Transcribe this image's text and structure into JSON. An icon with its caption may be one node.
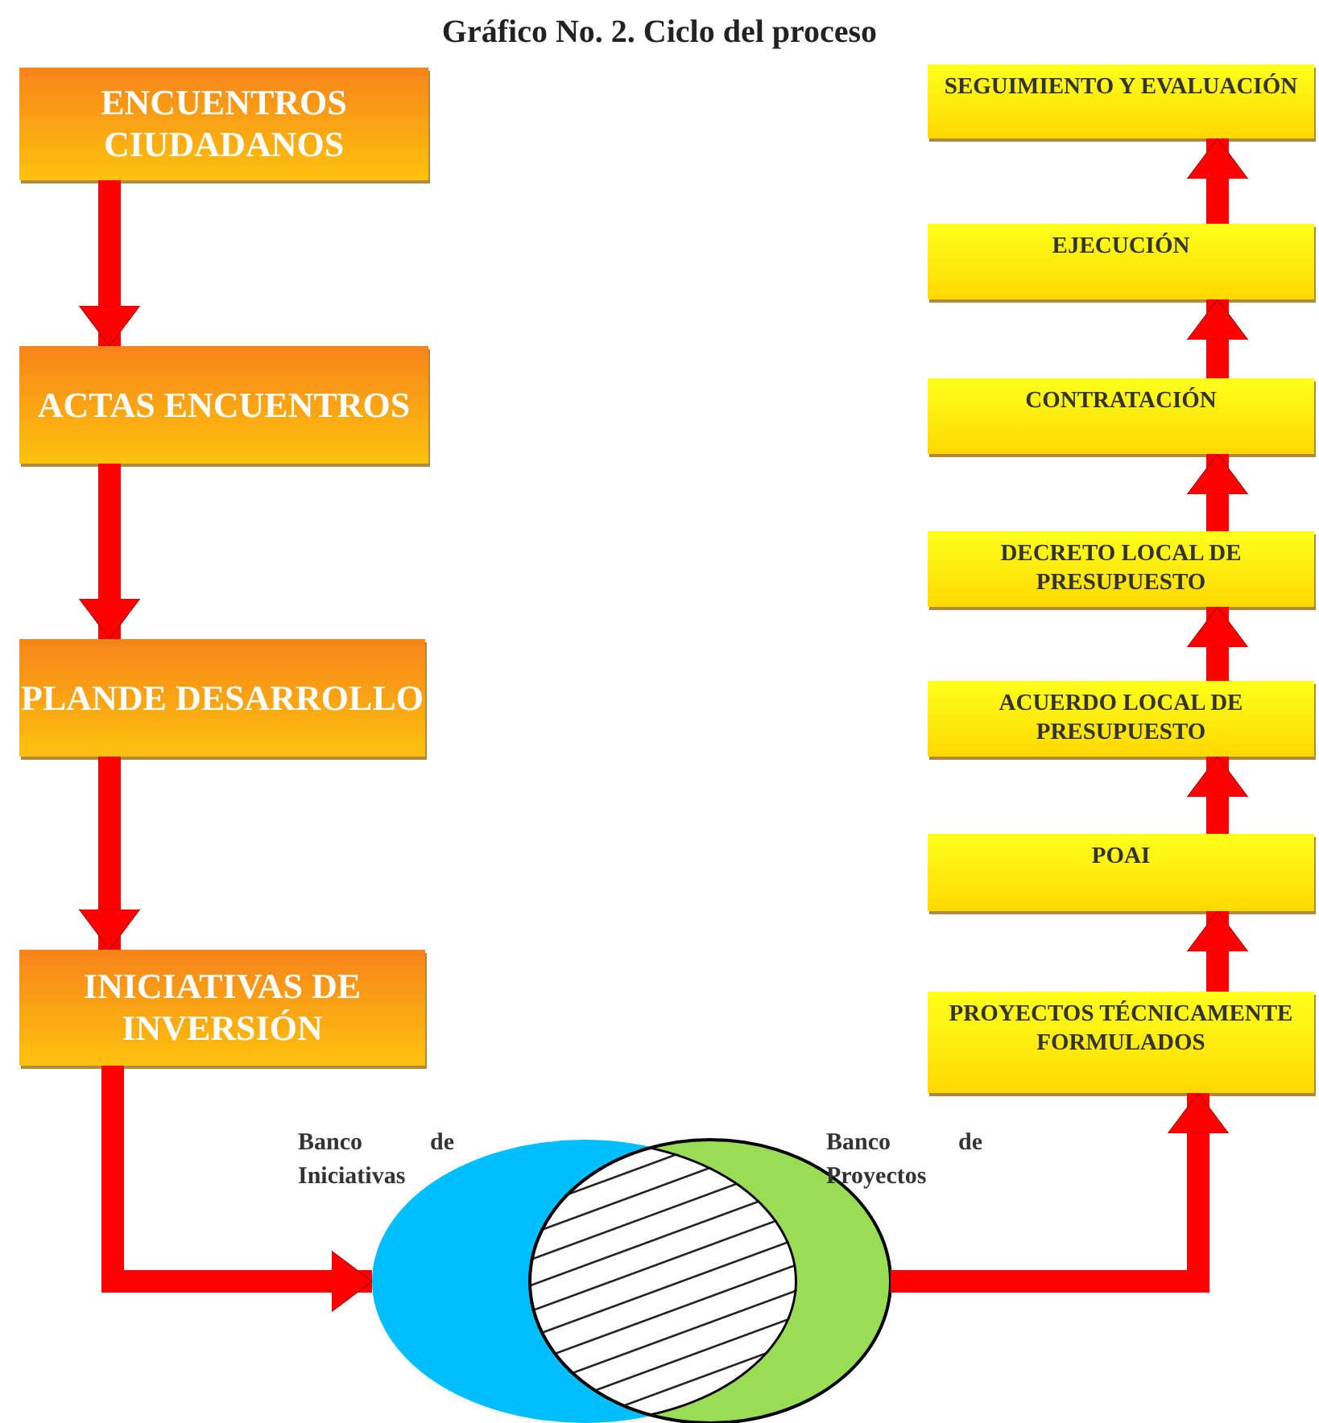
{
  "diagram": {
    "title": "Gráfico No. 2. Ciclo del proceso",
    "nodes": [
      {
        "text": [
          "ENCUENTROS CIUDADANOS"
        ]
      },
      {
        "text": [
          "ACTAS ENCUENTROS"
        ]
      },
      {
        "text": [
          "PLANDE DESARROLLO"
        ]
      },
      {
        "text": [
          "INICIATIVAS DE INVERSIÓN"
        ]
      },
      {
        "text": [
          "SEGUIMIENTO Y EVALUACIÓN"
        ]
      },
      {
        "text": [
          "EJECUCIÓN"
        ]
      },
      {
        "text": [
          "CONTRATACIÓN"
        ]
      },
      {
        "text": [
          "DECRETO LOCAL DE PRESUPUESTO"
        ]
      },
      {
        "text": [
          "ACUERDO LOCAL DE PRESUPUESTO"
        ]
      },
      {
        "text": [
          "POAI"
        ]
      },
      {
        "text": [
          "PROYECTOS TÉCNICAMENTE FORMULADOS"
        ]
      },
      {
        "text": [
          "Banco de Iniciativas"
        ]
      },
      {
        "text": [
          "Banco de Proyectos"
        ]
      }
    ],
    "edges": [
      {
        "from": 0,
        "to": 1,
        "arrow": "to"
      },
      {
        "from": 1,
        "to": 2,
        "arrow": "to"
      },
      {
        "from": 2,
        "to": 3,
        "arrow": "to"
      },
      {
        "from": 3,
        "to": 11,
        "arrow": "to"
      },
      {
        "from": 12,
        "to": 10,
        "arrow": "to"
      },
      {
        "from": 10,
        "to": 9,
        "arrow": "to"
      },
      {
        "from": 9,
        "to": 8,
        "arrow": "to"
      },
      {
        "from": 8,
        "to": 7,
        "arrow": "to"
      },
      {
        "from": 7,
        "to": 6,
        "arrow": "to"
      },
      {
        "from": 6,
        "to": 5,
        "arrow": "to"
      },
      {
        "from": 5,
        "to": 4,
        "arrow": "to"
      }
    ]
  }
}
